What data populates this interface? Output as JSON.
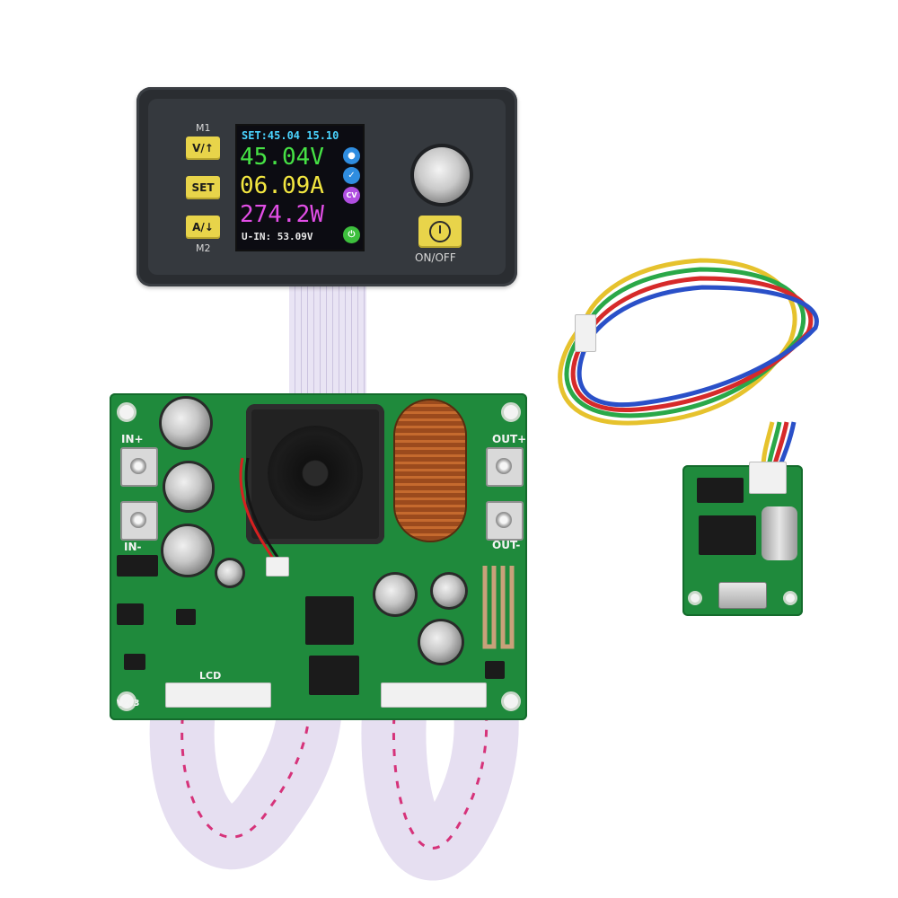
{
  "display": {
    "m1_label": "M1",
    "m2_label": "M2",
    "up_button": "V/↑",
    "set_button": "SET",
    "down_button": "A/↓",
    "onoff_label": "ON/OFF",
    "screen": {
      "set_line": "SET:45.04 15.10",
      "voltage": "45.04V",
      "current": "06.09A",
      "power": "274.2W",
      "input_voltage": "U-IN: 53.09V",
      "cv_indicator": "CV"
    }
  },
  "main_board": {
    "in_plus": "IN+",
    "in_minus": "IN-",
    "out_plus": "OUT+",
    "out_minus": "OUT-",
    "lcd_label": "LCD",
    "version": "V2.3"
  },
  "colors": {
    "pcb": "#1f8a3c",
    "lcd_voltage": "#46e245",
    "lcd_current": "#f2e640",
    "lcd_power": "#e24ee6",
    "button": "#e8d44a"
  }
}
